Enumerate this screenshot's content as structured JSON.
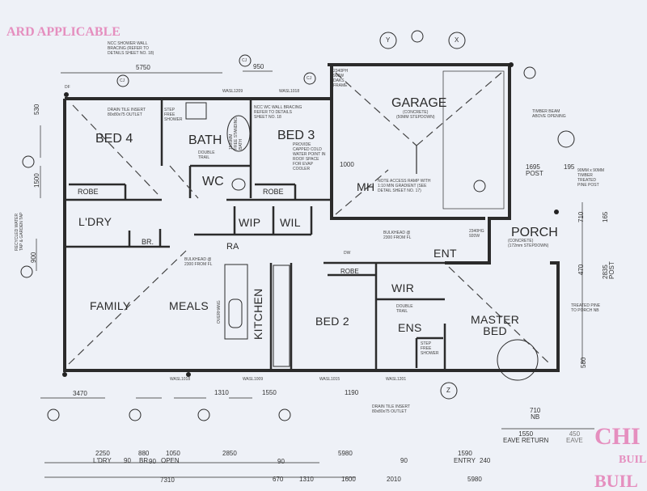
{
  "header": {
    "banner": "ARD APPLICABLE"
  },
  "rooms": {
    "bed4": "BED 4",
    "bath": "BATH",
    "bed3": "BED 3",
    "garage": "GARAGE",
    "wc": "WC",
    "robe_bed4": "ROBE",
    "robe_bed3": "ROBE",
    "mh": "MH",
    "laundry": "L'DRY",
    "br": "BR.",
    "wip": "WIP",
    "wil": "WIL",
    "ra": "RA",
    "porch": "PORCH",
    "ent": "ENT",
    "family": "FAMILY",
    "meals": "MEALS",
    "kitchen": "KITCHEN",
    "bed2": "BED 2",
    "robe_bed2": "ROBE",
    "wir": "WIR",
    "ens": "ENS",
    "master_bed": "MASTER\nBED"
  },
  "notes": {
    "shower_bracing": "NCC SHOWER WALL\nBRACING (REFER TO\nDETAILS SHEET NO. 18)",
    "drain_tile": "DRAIN TILE INSERT\n80x80x75 OUTLET",
    "step_free_shower": "STEP\nFREE\nSHOWER",
    "free_standing_bath": "1500MM\nFREE STANDING\nBATH",
    "double_towel": "DOUBLE\nTRAIL",
    "wc_bracing": "NCC WC WALL BRACING\nREFER TO DETAILS\nSHEET NO. 18",
    "capped_water": "PROVIDE\nCAPPED COLD\nWATER POINT IN\nROOF SPACE\nFOR EVAP\nCOOLER",
    "garage_sub": "(CONCRETE)\n(50MM STEPDOWN)",
    "garage_frame": "2340PH\n900W\nDAKS\nFRAME",
    "timber_beam": "TIMBER BEAM\nABOVE OPENING",
    "timber_post": "90MM x 90MM\nTIMBER\nTREATED\nPINE POST",
    "access_ramp": "NOTE ACCESS RAMP WITH\n1:10 MIN GRADIENT (SEE\nDETAIL SHEET NO. 17)",
    "porch_sub": "(CONCRETE)\n(172mm STEPDOWN)",
    "bulkhead_ent": "BULKHEAD @\n2300 FROM FL",
    "bulkhead_meals": "BULKHEAD @\n2300 FROM FL",
    "recycled_water": "RECYCLED WATER\nTAP & GARDEN TAP",
    "overhang": "OVERHANG",
    "double_towel_ens": "DOUBLE\nTRAIL",
    "step_free_shower_ens": "STEP\nFREE\nSHOWER",
    "drain_tile_bottom": "DRAIN TILE INSERT\n80x80x75 OUTLET",
    "treated_pine": "TREATED PINE\nTO PORCH NB",
    "door_2340": "2340HG\n920W",
    "dw": "DW"
  },
  "windows": {
    "w1": "WASL1209",
    "w2": "WASL1018",
    "w3": "WASL1018",
    "w4": "WASL1009",
    "w5": "WASL1015",
    "w6": "WASL1201"
  },
  "markers": {
    "cj": "CJ",
    "df": "DF",
    "y": "Y",
    "x": "X",
    "z": "Z"
  },
  "dimensions": {
    "top_5750": "5750",
    "top_950": "950",
    "left_530": "530",
    "left_1500": "1500",
    "left_900": "900",
    "bot_3470": "3470",
    "bot_1310": "1310",
    "bot_1550": "1550",
    "bot_1190": "1190",
    "post_1695": "1695\nPOST",
    "post_195": "195",
    "r_710": "710",
    "r_165": "165",
    "post_2835": "2835\nPOST",
    "r_470": "470",
    "r_580": "580",
    "nb_710": "710\nNB",
    "eave_return": "1550\nEAVE RETURN",
    "eave_450": "450\nEAVE",
    "d_1000": "1000"
  },
  "dimension_row_1": [
    {
      "value": "2250",
      "label": "L'DRY"
    },
    {
      "value": "90",
      "label": ""
    },
    {
      "value": "880",
      "label": "BR."
    },
    {
      "value": "90",
      "label": ""
    },
    {
      "value": "1050",
      "label": "OPEN"
    },
    {
      "value": "2850",
      "label": ""
    },
    {
      "value": "90",
      "label": ""
    },
    {
      "value": "5980",
      "label": ""
    },
    {
      "value": "90",
      "label": ""
    },
    {
      "value": "1590",
      "label": "ENTRY"
    },
    {
      "value": "240",
      "label": ""
    }
  ],
  "dimension_row_2": [
    "7310",
    "670",
    "1310",
    "1600",
    "2010",
    "5980"
  ],
  "title_block": {
    "line1": "CHI",
    "line2": "BUIL",
    "line3": "BUIL"
  }
}
